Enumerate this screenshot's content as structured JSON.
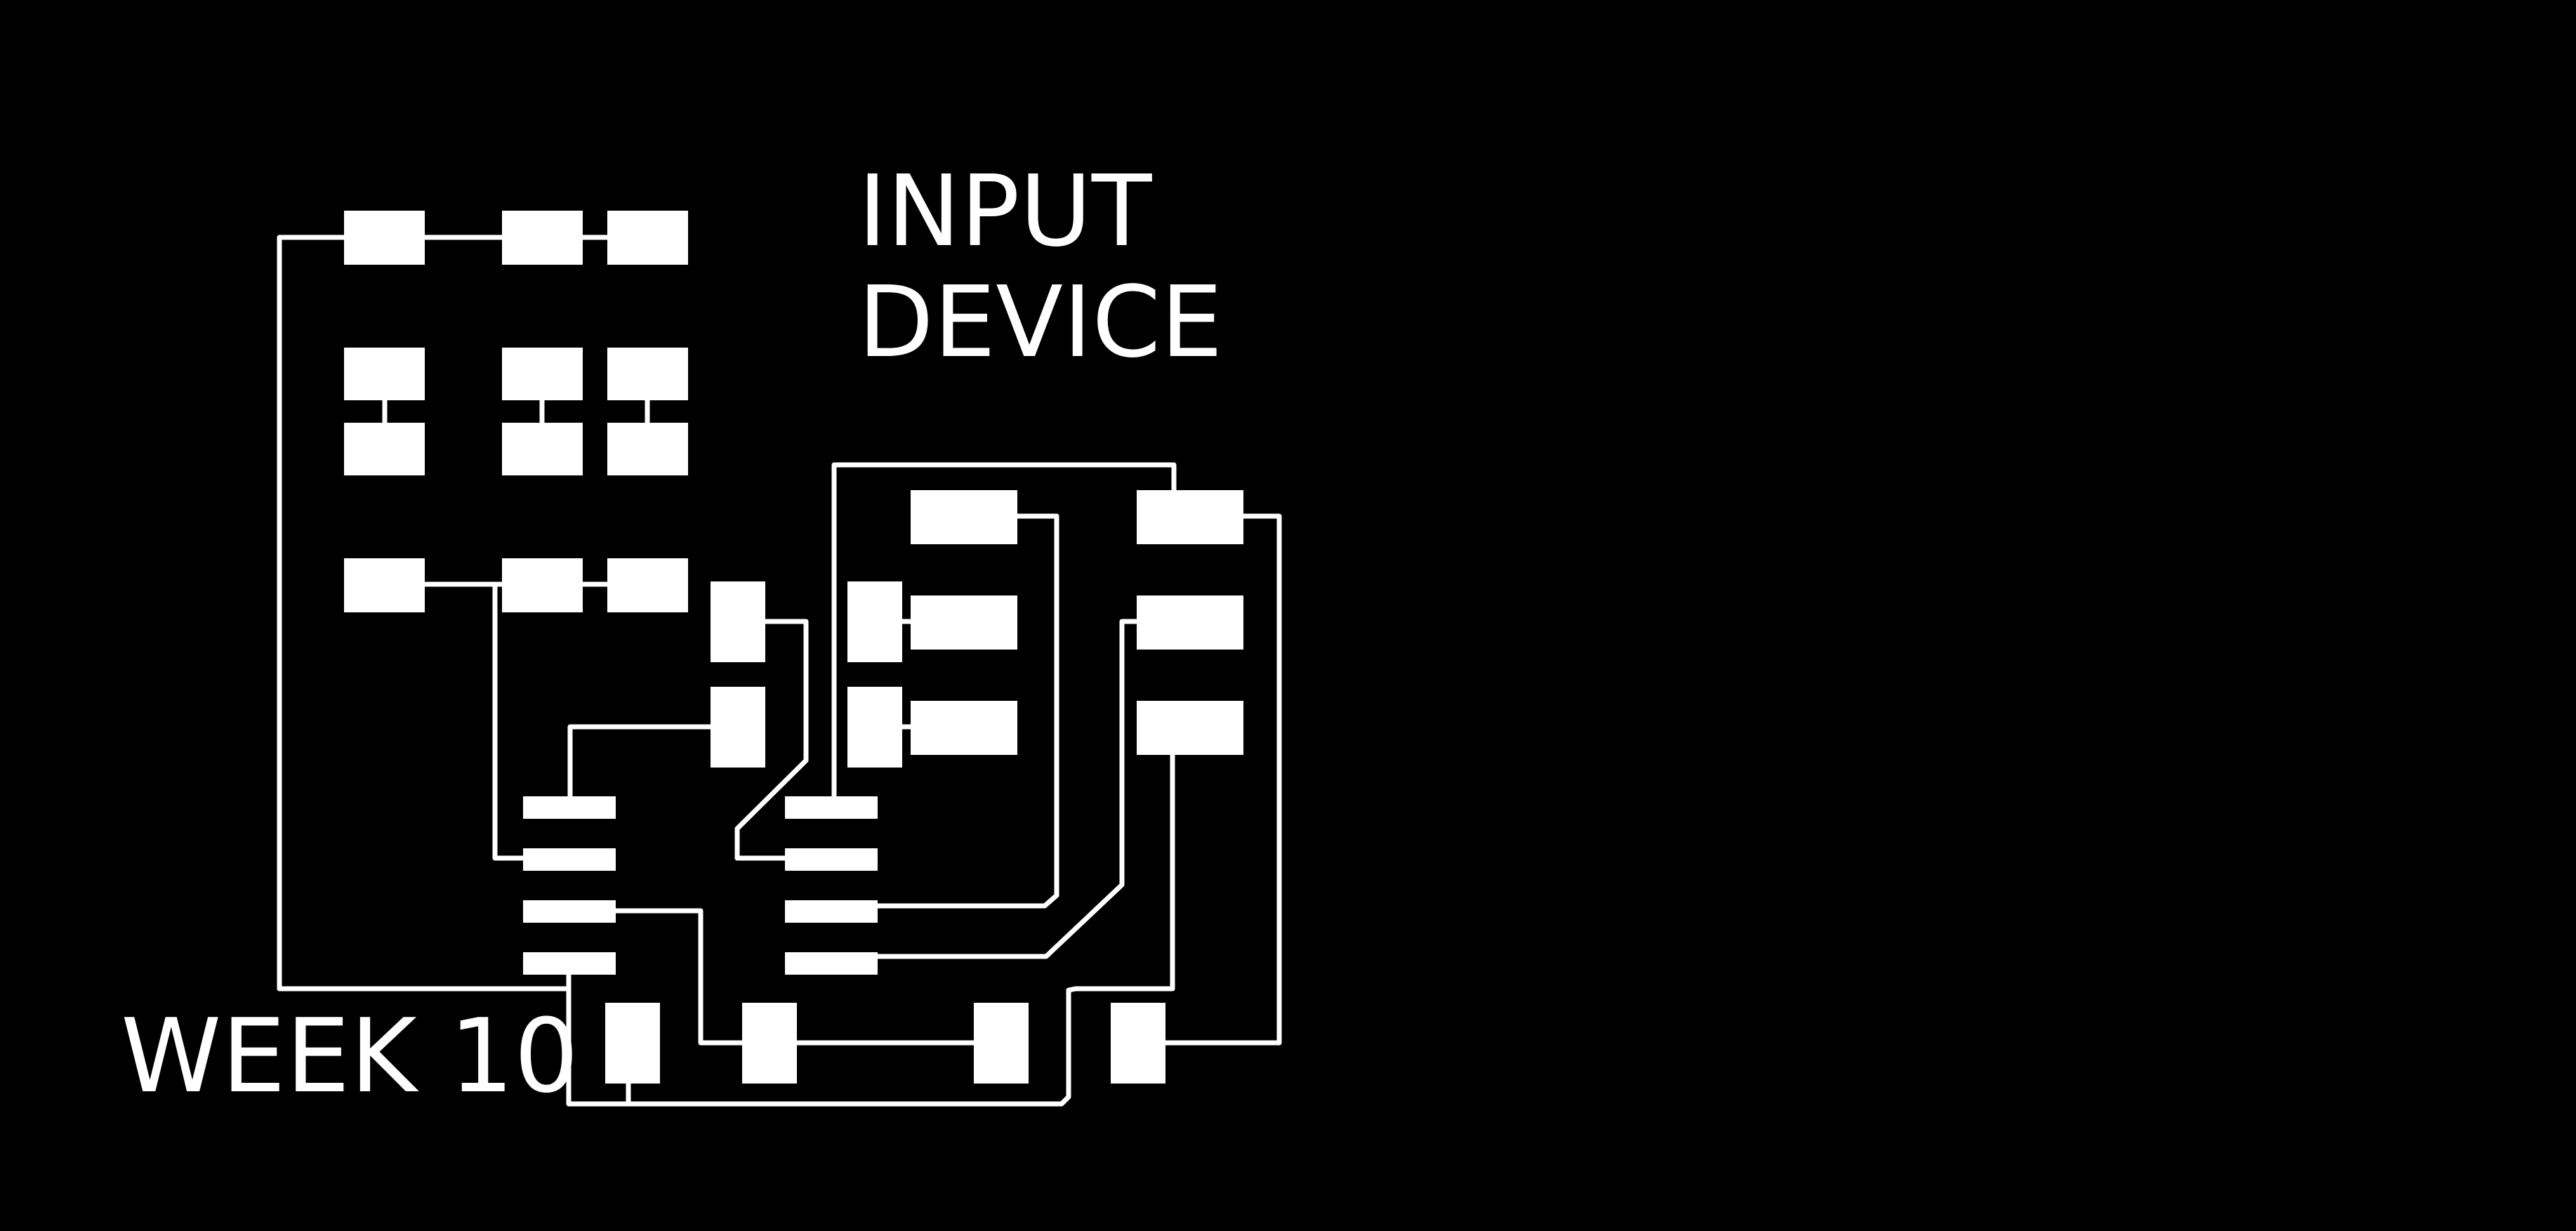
{
  "title": {
    "line1": "INPUT",
    "line2": "DEVICE"
  },
  "footer": {
    "week_label": "WEEK 10"
  },
  "colors": {
    "background": "#000000",
    "copper": "#ffffff"
  }
}
